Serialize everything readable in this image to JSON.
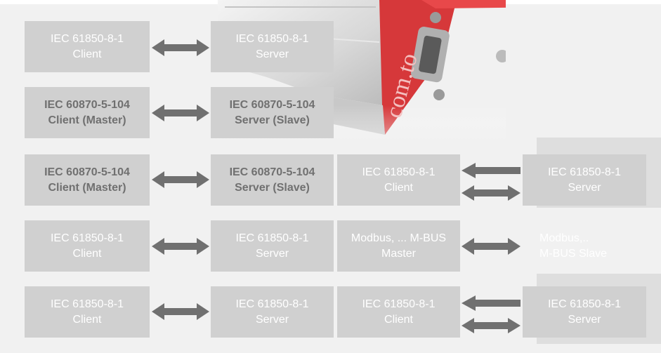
{
  "device": {
    "brand_text": "com.to",
    "icon": "device-photo"
  },
  "colors": {
    "background": "#f1f1f1",
    "box": "#d0d0d0",
    "box_text": "#ffffff",
    "bold_text": "#707070",
    "arrow": "#707070",
    "device_red": "#d6383a"
  },
  "rows": [
    {
      "left": [
        "IEC 61850-8-1",
        "Client"
      ],
      "right": [
        "IEC 61850-8-1",
        "Server"
      ]
    },
    {
      "left": [
        "IEC 60870-5-104",
        "Client (Master)"
      ],
      "right": [
        "IEC 60870-5-104",
        "Server (Slave)"
      ]
    },
    {
      "left": [
        "IEC 60870-5-104",
        "Client (Master)"
      ],
      "right": [
        "IEC 60870-5-104",
        "Server (Slave)"
      ],
      "third": [
        "IEC 61850-8-1",
        "Client"
      ],
      "fourth": [
        "IEC 61850-8-1",
        "Server"
      ]
    },
    {
      "left": [
        "IEC 61850-8-1",
        "Client"
      ],
      "right": [
        "IEC 61850-8-1",
        "Server"
      ],
      "third": [
        "Modbus, ... M-BUS",
        "Master"
      ],
      "fourth": [
        "Modbus,..",
        "M-BUS Slave"
      ]
    },
    {
      "left": [
        "IEC 61850-8-1",
        "Client"
      ],
      "right": [
        "IEC 61850-8-1",
        "Server"
      ],
      "third": [
        "IEC 61850-8-1",
        "Client"
      ],
      "fourth": [
        "IEC 61850-8-1",
        "Server"
      ]
    }
  ]
}
